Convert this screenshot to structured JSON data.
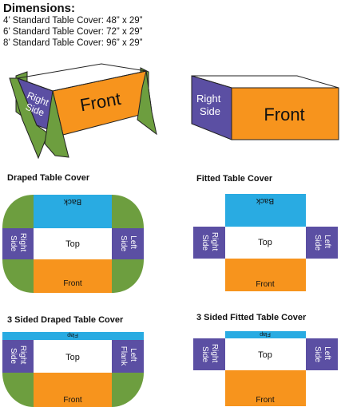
{
  "dimensions": {
    "title": "Dimensions:",
    "lines": [
      "4’ Standard Table Cover:  48” x 29”",
      "6’ Standard Table Cover:  72” x 29”",
      "8’ Standard Table Cover:  96” x 29”"
    ]
  },
  "colors": {
    "orange": "#f7941d",
    "blue": "#29abe2",
    "purple": "#5b4fa3",
    "green": "#6d9e3f",
    "outline": "#222222"
  },
  "illustrations": {
    "draped": {
      "front": "Front",
      "side": "Right Side"
    },
    "fitted": {
      "front": "Front",
      "side": "Right Side"
    }
  },
  "panels": {
    "draped": {
      "title": "Draped Table Cover",
      "back": "Back",
      "top": "Top",
      "front": "Front",
      "right_side": "Right Side",
      "left_side": "Left Side"
    },
    "fitted": {
      "title": "Fitted Table Cover",
      "back": "Back",
      "top": "Top",
      "front": "Front",
      "right_side": "Right Side",
      "left_side": "Left Side"
    },
    "draped3": {
      "title": "3 Sided Draped Table Cover",
      "flap": "Flap",
      "top": "Top",
      "front": "Front",
      "right_side": "Right Side",
      "left_flank": "Left Flank"
    },
    "fitted3": {
      "title": "3 Sided Fitted Table Cover",
      "flap": "Flap",
      "top": "Top",
      "front": "Front",
      "right_side": "Right Side",
      "left_side": "Left Side"
    }
  }
}
